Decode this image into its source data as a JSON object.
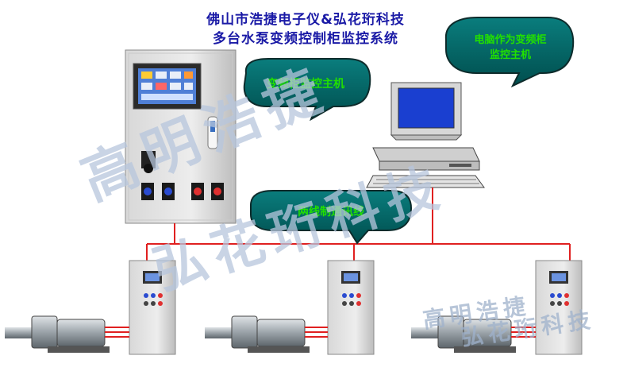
{
  "title": {
    "line1": "佛山市浩捷电子仪&弘花珩科技",
    "line2": "多台水泵变频控制柜监控系统"
  },
  "callouts": {
    "cabinet_host": "变频柜监控主机",
    "pc_host_line1": "电脑作为变频柜",
    "pc_host_line2": "监控主机",
    "bus": "两线制通讯线"
  },
  "watermarks": {
    "big_line1": "高明浩捷",
    "big_line2": "弘花珩科技",
    "small_line1": "高明浩捷",
    "small_line2": "弘花珩科技"
  },
  "colors": {
    "title": "#1a1aa6",
    "callout_fill": "#006b6b",
    "callout_text": "#22e000",
    "bus_line": "#e02020",
    "cabinet_body": "#e8e8e8",
    "screen": "#1a3fd0"
  },
  "icons": [
    "cabinet",
    "touch-screen",
    "computer",
    "monitor",
    "keyboard",
    "inverter-cabinet",
    "pump-motor"
  ]
}
